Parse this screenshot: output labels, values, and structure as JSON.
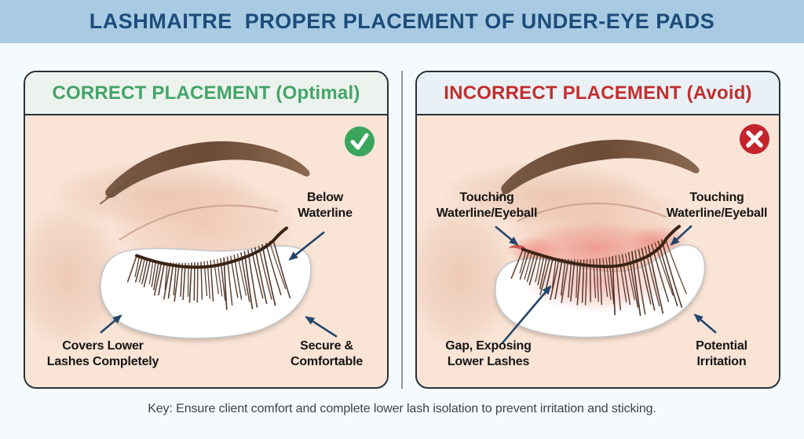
{
  "header": {
    "title": "LASHMAITRE  PROPER PLACEMENT OF UNDER-EYE PADS"
  },
  "panels": [
    {
      "title": "CORRECT PLACEMENT (Optimal)",
      "verdict": "optimal",
      "status_icon": "check-icon",
      "annotations": [
        "Below Waterline",
        "Covers Lower Lashes Completely",
        "Secure & Comfortable"
      ]
    },
    {
      "title": "INCORRECT PLACEMENT (Avoid)",
      "verdict": "avoid",
      "status_icon": "x-icon",
      "annotations": [
        "Touching Waterline/Eyeball",
        "Touching Waterline/Eyeball",
        "Gap, Exposing Lower Lashes",
        "Potential Irritation"
      ]
    }
  ],
  "footer": {
    "text": "Key: Ensure client comfort and complete lower lash isolation to prevent irritation and sticking."
  },
  "colors": {
    "banner_bg": "#A8CBE3",
    "banner_text": "#1D4C7B",
    "page_bg": "#F5FAFC",
    "panel_border": "#26333B",
    "correct_title": "#43A567",
    "incorrect_title": "#C22F2E",
    "check_green": "#3CA55C",
    "cross_red": "#C4242C",
    "skin": "#F9E4D6",
    "arrow_navy": "#24466B"
  }
}
